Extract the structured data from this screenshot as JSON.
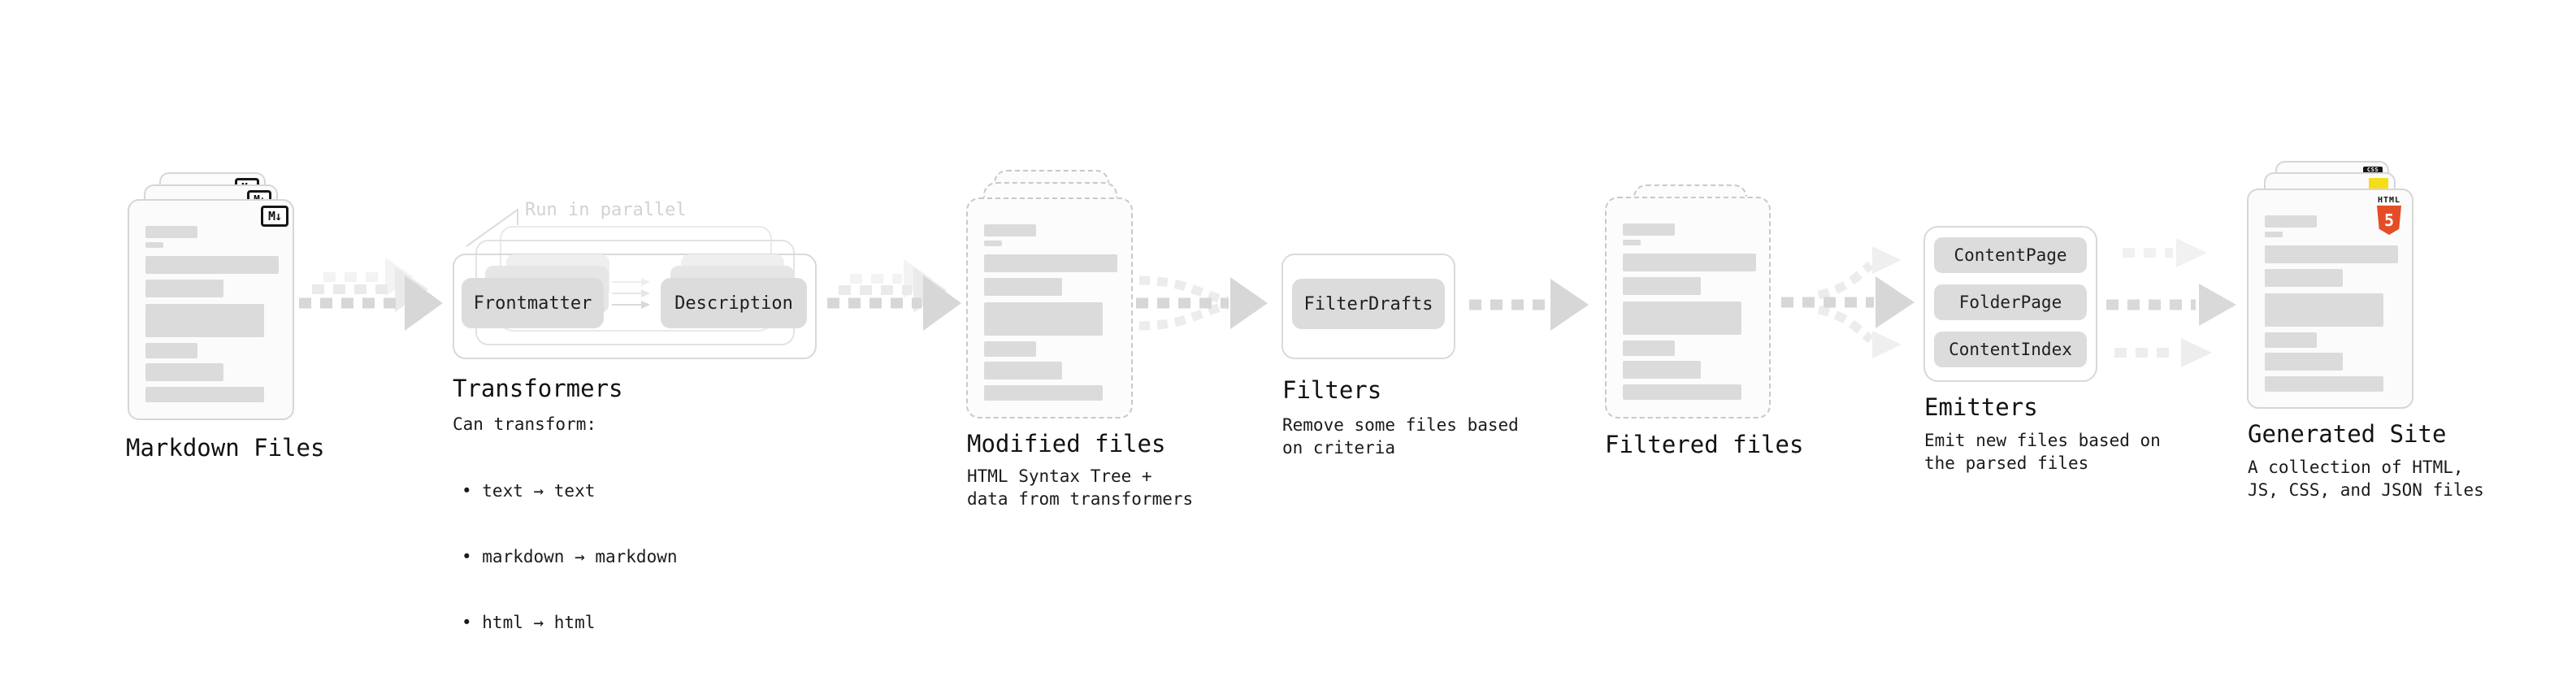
{
  "diagram": {
    "stages": {
      "markdown_files": {
        "label": "Markdown Files"
      },
      "transformers": {
        "label": "Transformers",
        "annotation": "Run in parallel",
        "pill_left": "Frontmatter",
        "pill_right": "Description",
        "note_heading": "Can transform:",
        "bullets": [
          "• text → text",
          "• markdown → markdown",
          "• html → html"
        ]
      },
      "modified_files": {
        "label": "Modified files",
        "description": "HTML Syntax Tree +\ndata from transformers"
      },
      "filters": {
        "label": "Filters",
        "pill": "FilterDrafts",
        "description": "Remove some files based\non criteria"
      },
      "filtered_files": {
        "label": "Filtered files"
      },
      "emitters": {
        "label": "Emitters",
        "pills": [
          "ContentPage",
          "FolderPage",
          "ContentIndex"
        ],
        "description": "Emit new files based on\nthe parsed files"
      },
      "generated_site": {
        "label": "Generated Site",
        "description": "A collection of HTML,\nJS, CSS, and JSON files"
      }
    },
    "badges": {
      "markdown": "M↓",
      "css": "CSS",
      "html": "HTML",
      "html5_number": "5"
    },
    "colors": {
      "html5_orange": "#e44d26",
      "js_yellow": "#f5de19",
      "css_blue": "#2965f1"
    }
  }
}
